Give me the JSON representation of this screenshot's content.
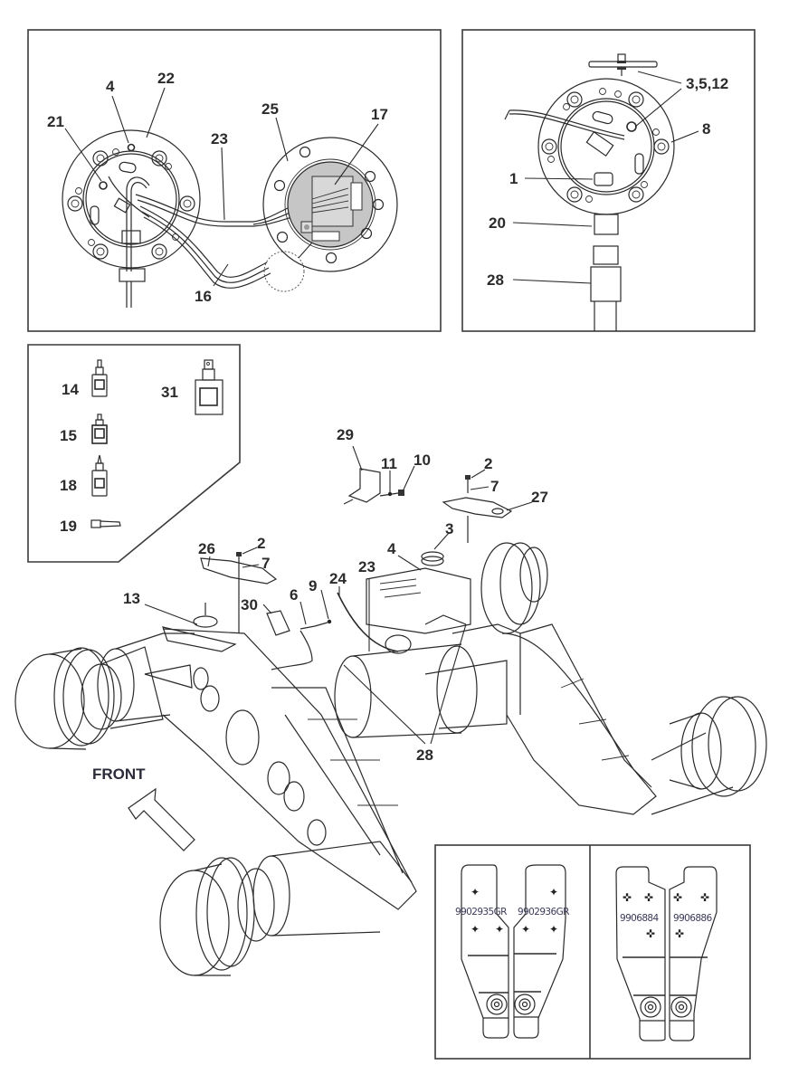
{
  "title": "Oscillating axle / bogie exploded parts diagram",
  "panels": {
    "top_left": {
      "name": "junction box wiring detail",
      "callouts": [
        "4",
        "22",
        "21",
        "23",
        "25",
        "17",
        "16"
      ]
    },
    "top_right": {
      "name": "sensor flange detail",
      "callouts": [
        "3,5,12",
        "8",
        "1",
        "20",
        "28"
      ]
    },
    "consumables": {
      "name": "consumables legend",
      "items": [
        {
          "callout": "14",
          "icon": "bottle-icon"
        },
        {
          "callout": "15",
          "icon": "bottle-icon"
        },
        {
          "callout": "18",
          "icon": "bottle-icon"
        },
        {
          "callout": "19",
          "icon": "tube-icon"
        },
        {
          "callout": "31",
          "icon": "spray-bottle-icon"
        }
      ]
    },
    "main": {
      "name": "bogie assembly exploded view",
      "callouts": [
        "29",
        "11",
        "10",
        "2",
        "7",
        "27",
        "3",
        "4",
        "26",
        "2",
        "7",
        "23",
        "24",
        "13",
        "30",
        "6",
        "9",
        "28"
      ],
      "direction_label": "FRONT",
      "direction_icon": "arrow-up-left-icon"
    },
    "decals_left": {
      "name": "decal set A",
      "part_numbers": [
        "9902935GR",
        "9902936GR"
      ]
    },
    "decals_right": {
      "name": "decal set B",
      "part_numbers": [
        "9906884",
        "9906886"
      ]
    }
  }
}
